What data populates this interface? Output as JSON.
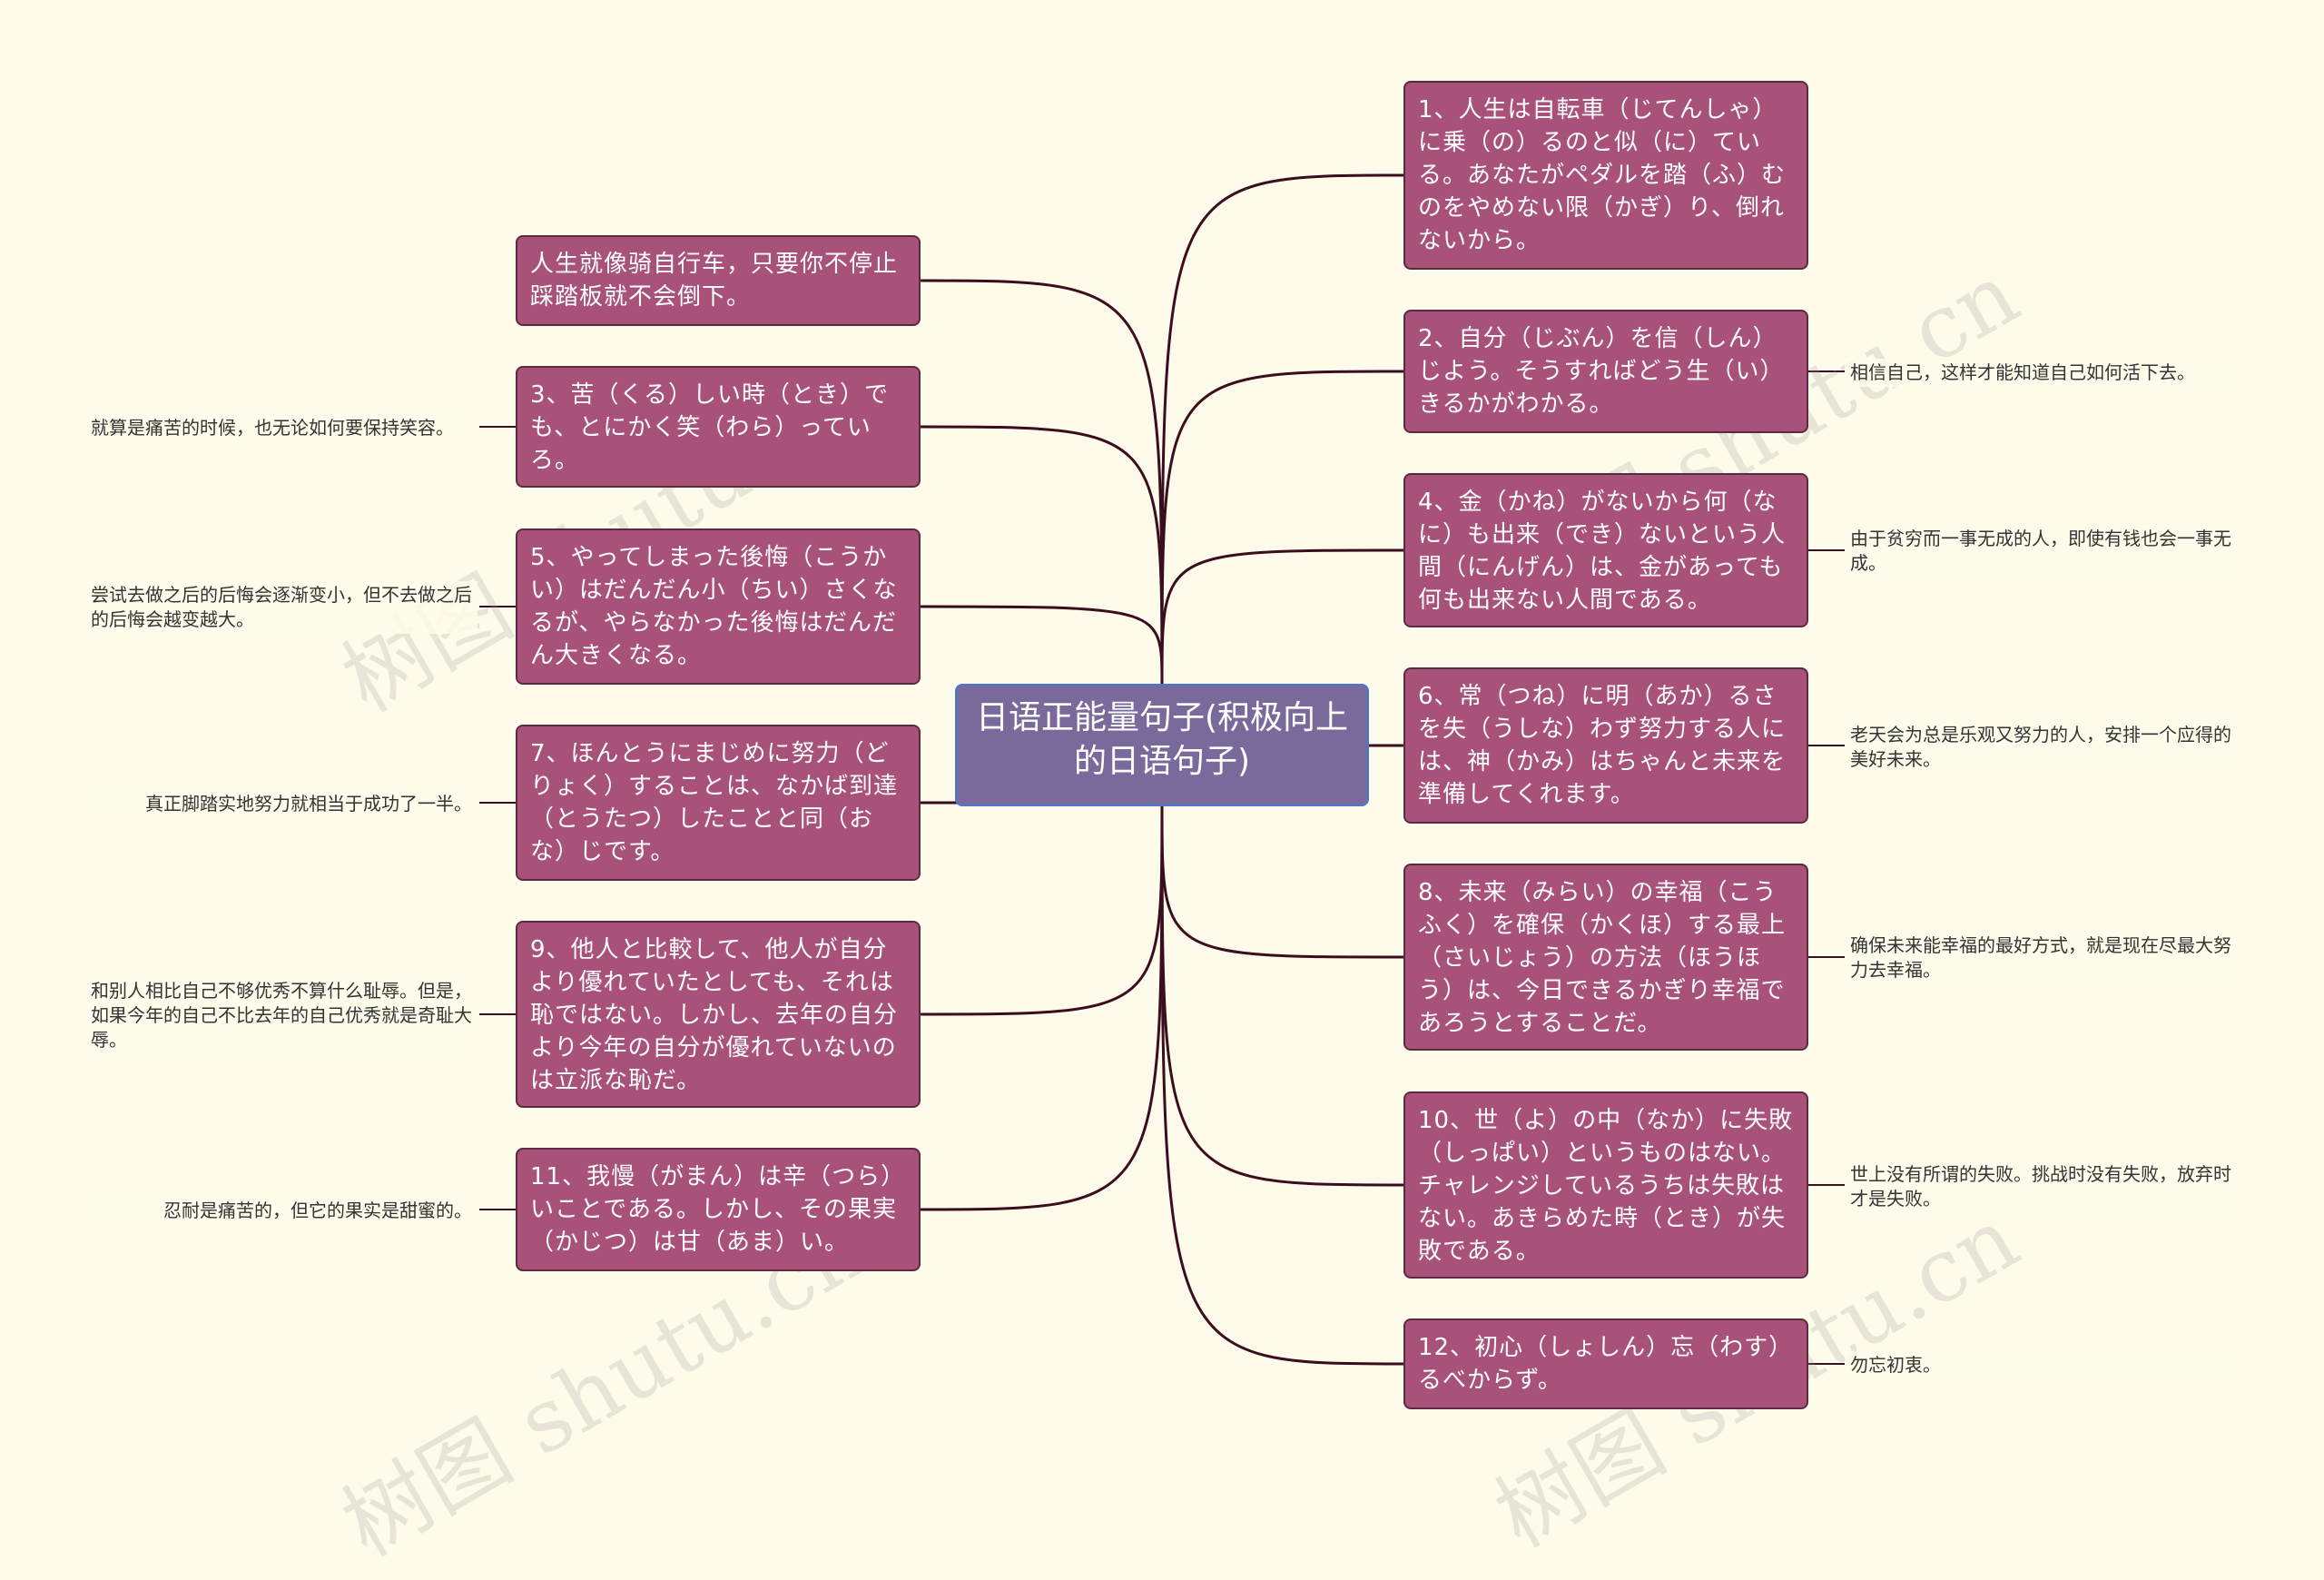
{
  "center": {
    "title": "日语正能量句子(积极向上的日语句子)"
  },
  "watermark": "树图 shutu.cn",
  "colors": {
    "node": "#a8527a",
    "center": "#7a6a9c",
    "line": "#3a0e1e",
    "background": "#fefbea"
  },
  "left": [
    {
      "text": "人生就像骑自行车，只要你不停止踩踏板就不会倒下。",
      "note": ""
    },
    {
      "text": "3、苦（くる）しい時（とき）でも、とにかく笑（わら）っていろ。",
      "note": "就算是痛苦的时候，也无论如何要保持笑容。"
    },
    {
      "text": "5、やってしまった後悔（こうかい）はだんだん小（ちい）さくなるが、やらなかった後悔はだんだん大きくなる。",
      "note": "尝试去做之后的后悔会逐渐变小，但不去做之后的后悔会越变越大。"
    },
    {
      "text": "7、ほんとうにまじめに努力（どりょく）することは、なかば到達（とうたつ）したことと同（おな）じです。",
      "note": "真正脚踏实地努力就相当于成功了一半。"
    },
    {
      "text": "9、他人と比較して、他人が自分より優れていたとしても、それは恥ではない。しかし、去年の自分より今年の自分が優れていないのは立派な恥だ。",
      "note": "和别人相比自己不够优秀不算什么耻辱。但是，如果今年的自己不比去年的自己优秀就是奇耻大辱。"
    },
    {
      "text": "11、我慢（がまん）は辛（つら）いことである。しかし、その果実（かじつ）は甘（あま）い。",
      "note": "忍耐是痛苦的，但它的果实是甜蜜的。"
    }
  ],
  "right": [
    {
      "text": "1、人生は自転車（じてんしゃ）に乗（の）るのと似（に）ている。あなたがペダルを踏（ふ）むのをやめない限（かぎ）り、倒れないから。",
      "note": ""
    },
    {
      "text": "2、自分（じぶん）を信（しん）じよう。そうすればどう生（い）きるかがわかる。",
      "note": "相信自己，这样才能知道自己如何活下去。"
    },
    {
      "text": "4、金（かね）がないから何（なに）も出来（でき）ないという人間（にんげん）は、金があっても何も出来ない人間である。",
      "note": "由于贫穷而一事无成的人，即使有钱也会一事无成。"
    },
    {
      "text": "6、常（つね）に明（あか）るさを失（うしな）わず努力する人には、神（かみ）はちゃんと未来を準備してくれます。",
      "note": "老天会为总是乐观又努力的人，安排一个应得的美好未来。"
    },
    {
      "text": "8、未来（みらい）の幸福（こうふく）を確保（かくほ）する最上（さいじょう）の方法（ほうほう）は、今日できるかぎり幸福であろうとすることだ。",
      "note": "确保未来能幸福的最好方式，就是现在尽最大努力去幸福。"
    },
    {
      "text": "10、世（よ）の中（なか）に失敗（しっぱい）というものはない。チャレンジしているうちは失敗はない。あきらめた時（とき）が失敗である。",
      "note": "世上没有所谓的失败。挑战时没有失败，放弃时才是失败。"
    },
    {
      "text": "12、初心（しょしん）忘（わす）るべからず。",
      "note": "勿忘初衷。"
    }
  ]
}
